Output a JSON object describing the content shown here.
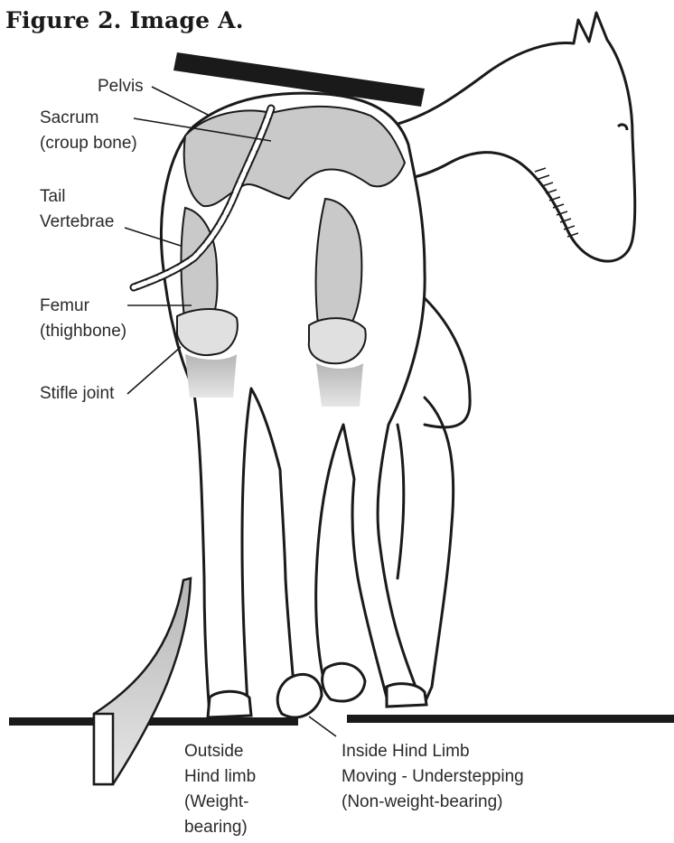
{
  "figure": {
    "title": "Figure 2. Image A."
  },
  "labels": {
    "pelvis": "Pelvis",
    "sacrum_line1": "Sacrum",
    "sacrum_line2": "(croup bone)",
    "tail_line1": "Tail",
    "tail_line2": "Vertebrae",
    "femur_line1": "Femur",
    "femur_line2": "(thighbone)",
    "stifle": "Stifle joint",
    "outside_line1": "Outside",
    "outside_line2": "Hind limb",
    "outside_line3": "(Weight-",
    "outside_line4": "bearing)",
    "inside_line1": "Inside Hind Limb",
    "inside_line2": "Moving - Understepping",
    "inside_line3": "(Non-weight-bearing)"
  },
  "colors": {
    "ink": "#1a1a1a",
    "bone_shade": "#c9c9c9",
    "background": "#ffffff"
  }
}
